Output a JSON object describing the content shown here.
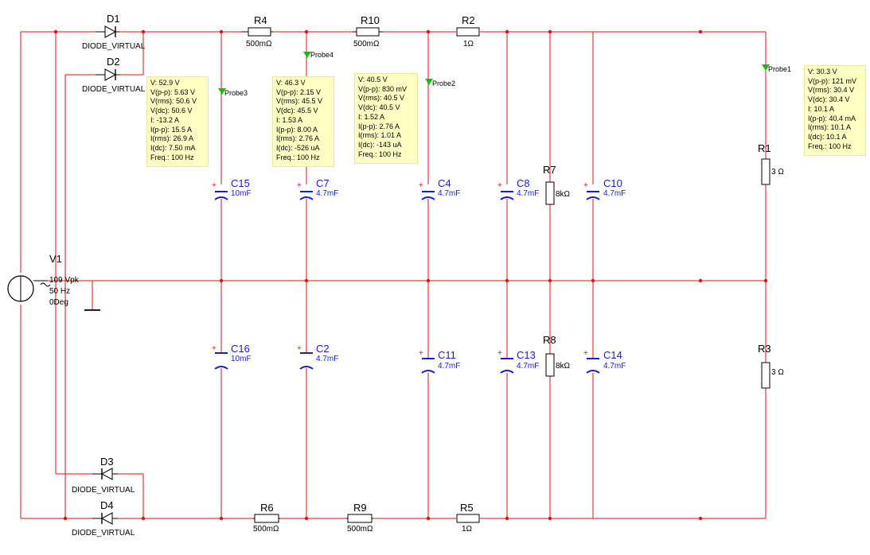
{
  "source": {
    "name": "V1",
    "amplitude": "109 Vpk",
    "frequency": "50 Hz",
    "phase": "0Deg"
  },
  "diodes": [
    {
      "id": "D1",
      "model": "DIODE_VIRTUAL"
    },
    {
      "id": "D2",
      "model": "DIODE_VIRTUAL"
    },
    {
      "id": "D3",
      "model": "DIODE_VIRTUAL"
    },
    {
      "id": "D4",
      "model": "DIODE_VIRTUAL"
    }
  ],
  "resistors": [
    {
      "id": "R4",
      "value": "500mΩ"
    },
    {
      "id": "R10",
      "value": "500mΩ"
    },
    {
      "id": "R2",
      "value": "1Ω"
    },
    {
      "id": "R6",
      "value": "500mΩ"
    },
    {
      "id": "R9",
      "value": "500mΩ"
    },
    {
      "id": "R5",
      "value": "1Ω"
    },
    {
      "id": "R7",
      "value": "8kΩ"
    },
    {
      "id": "R8",
      "value": "8kΩ"
    },
    {
      "id": "R1",
      "value": "3 Ω"
    },
    {
      "id": "R3",
      "value": "3 Ω"
    }
  ],
  "capacitors": [
    {
      "id": "C15",
      "value": "10mF"
    },
    {
      "id": "C7",
      "value": "4.7mF"
    },
    {
      "id": "C4",
      "value": "4.7mF"
    },
    {
      "id": "C8",
      "value": "4.7mF"
    },
    {
      "id": "C10",
      "value": "4.7mF"
    },
    {
      "id": "C16",
      "value": "10mF"
    },
    {
      "id": "C2",
      "value": "4.7mF"
    },
    {
      "id": "C11",
      "value": "4.7mF"
    },
    {
      "id": "C13",
      "value": "4.7mF"
    },
    {
      "id": "C14",
      "value": "4.7mF"
    }
  ],
  "cap_polarity_mark": "+",
  "probes": [
    {
      "name": "Probe3",
      "readings": [
        "V: 52.9 V",
        "V(p-p): 5.63 V",
        "V(rms): 50.6 V",
        "V(dc): 50.6 V",
        "I: -13.2 A",
        "I(p-p): 15.5 A",
        "I(rms): 26.9 A",
        "I(dc): 7.50 mA",
        "Freq.: 100 Hz"
      ]
    },
    {
      "name": "Probe4",
      "readings": [
        "V: 46.3 V",
        "V(p-p): 2.15 V",
        "V(rms): 45.5 V",
        "V(dc): 45.5 V",
        "I: 1.53 A",
        "I(p-p): 8.00 A",
        "I(rms): 2.76 A",
        "I(dc): -526 uA",
        "Freq.: 100 Hz"
      ]
    },
    {
      "name": "Probe2",
      "readings": [
        "V: 40.5 V",
        "V(p-p): 830 mV",
        "V(rms): 40.5 V",
        "V(dc): 40.5 V",
        "I: 1.52 A",
        "I(p-p): 2.76 A",
        "I(rms): 1.01 A",
        "I(dc): -143 uA",
        "Freq.: 100 Hz"
      ]
    },
    {
      "name": "Probe1",
      "readings": [
        "V: 30.3 V",
        "V(p-p): 121 mV",
        "V(rms): 30.4 V",
        "V(dc): 30.4 V",
        "I: 10.1 A",
        "I(p-p): 40.4 mA",
        "I(rms): 10.1 A",
        "I(dc): 10.1 A",
        "Freq.: 100 Hz"
      ]
    }
  ],
  "colors": {
    "wire": "#e01010",
    "component": "#000000",
    "cap_label": "#1a1ad6",
    "probe_bg": "#ffffc4",
    "probe_arrow": "#10c010"
  }
}
